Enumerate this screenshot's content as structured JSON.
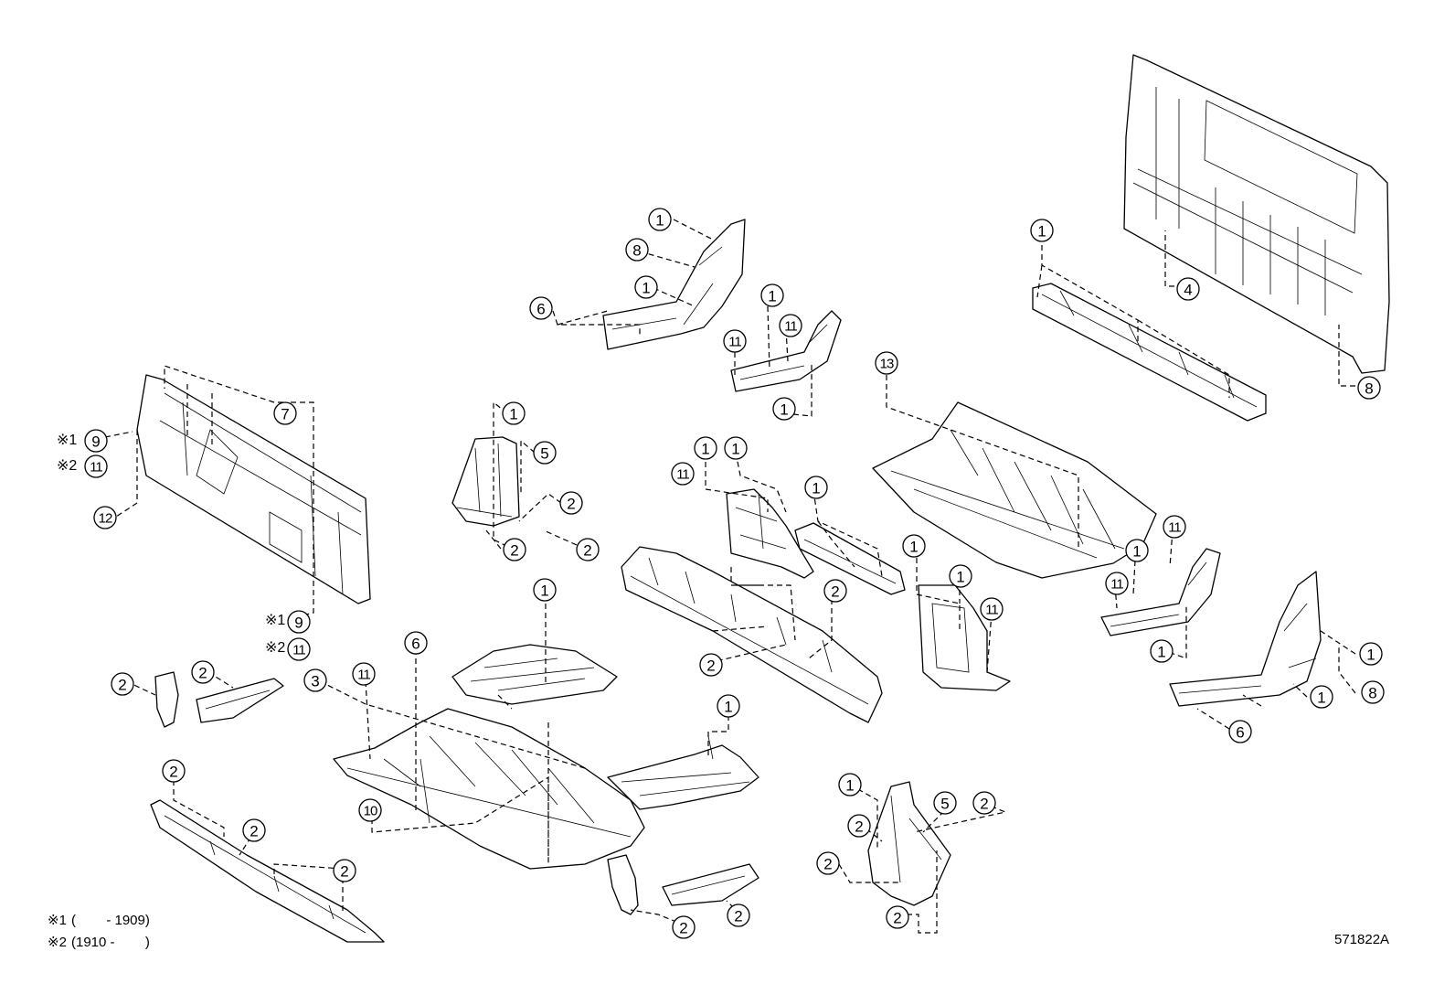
{
  "diagram_code": "571822A",
  "notes": [
    {
      "mark": "※1",
      "text": "(        - 1909)"
    },
    {
      "mark": "※2",
      "text": "(1910 -        )"
    }
  ],
  "callout_labels": {
    "1": "1",
    "2": "2",
    "3": "3",
    "4": "4",
    "5": "5",
    "6": "6",
    "7": "7",
    "8": "8",
    "9": "9",
    "10": "10",
    "11": "11",
    "12": "12",
    "13": "13"
  },
  "markers": {
    "m1": "※1",
    "m2": "※2"
  }
}
